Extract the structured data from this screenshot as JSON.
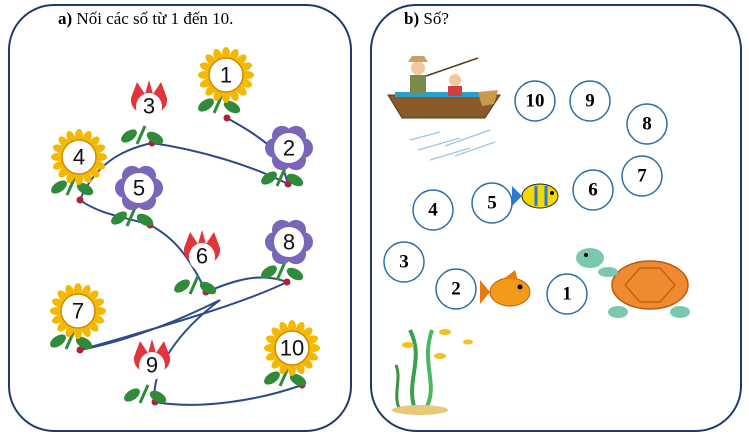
{
  "part_a": {
    "label": "a)",
    "instruction": "Nối các số từ 1 đến 10.",
    "flowers": [
      {
        "number": "1",
        "kind": "sunflower"
      },
      {
        "number": "2",
        "kind": "purple-flower"
      },
      {
        "number": "3",
        "kind": "red-tulip"
      },
      {
        "number": "4",
        "kind": "sunflower"
      },
      {
        "number": "5",
        "kind": "purple-flower"
      },
      {
        "number": "6",
        "kind": "red-tulip"
      },
      {
        "number": "7",
        "kind": "sunflower"
      },
      {
        "number": "8",
        "kind": "purple-flower"
      },
      {
        "number": "9",
        "kind": "red-tulip"
      },
      {
        "number": "10",
        "kind": "sunflower"
      }
    ]
  },
  "part_b": {
    "label": "b)",
    "instruction": "Số?",
    "bubbles": [
      {
        "number": "10",
        "kind": "filled"
      },
      {
        "number": "9",
        "kind": "filled"
      },
      {
        "number": "8",
        "kind": "filled"
      },
      {
        "number": "7",
        "kind": "filled"
      },
      {
        "number": "6",
        "kind": "filled"
      },
      {
        "number": "5",
        "kind": "filled"
      },
      {
        "number": "4",
        "kind": "filled"
      },
      {
        "number": "3",
        "kind": "filled"
      },
      {
        "number": "2",
        "kind": "filled"
      },
      {
        "number": "1",
        "kind": "filled"
      }
    ],
    "decorations": [
      "fishing-boat-icon",
      "yellow-fish-icon",
      "orange-fish-icon",
      "turtle-icon",
      "seaweed-icon"
    ]
  },
  "colors": {
    "border": "#1f3a68",
    "bubble_border": "#2b6ea8",
    "line": "#2e4a8a",
    "sunflower": "#f5b800",
    "tulip": "#e2343a",
    "purple": "#7a66b8",
    "leaf": "#2f8a3a"
  }
}
